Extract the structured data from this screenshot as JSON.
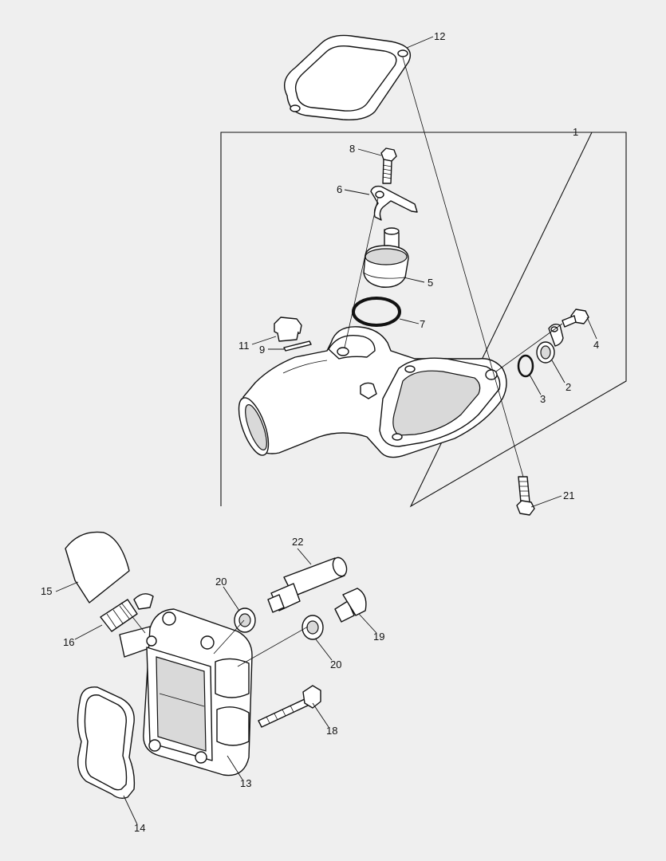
{
  "callouts": {
    "c1": "1",
    "c2": "2",
    "c3": "3",
    "c4": "4",
    "c5": "5",
    "c6": "6",
    "c7": "7",
    "c8": "8",
    "c9": "9",
    "c11": "11",
    "c12": "12",
    "c13": "13",
    "c14": "14",
    "c15": "15",
    "c16": "16",
    "c18": "18",
    "c19": "19",
    "c20a": "20",
    "c20b": "20",
    "c21": "21",
    "c22": "22"
  },
  "colors": {
    "background": "#efefef",
    "line": "#111111",
    "part_fill": "#ffffff",
    "shade": "#d9d9d9"
  }
}
